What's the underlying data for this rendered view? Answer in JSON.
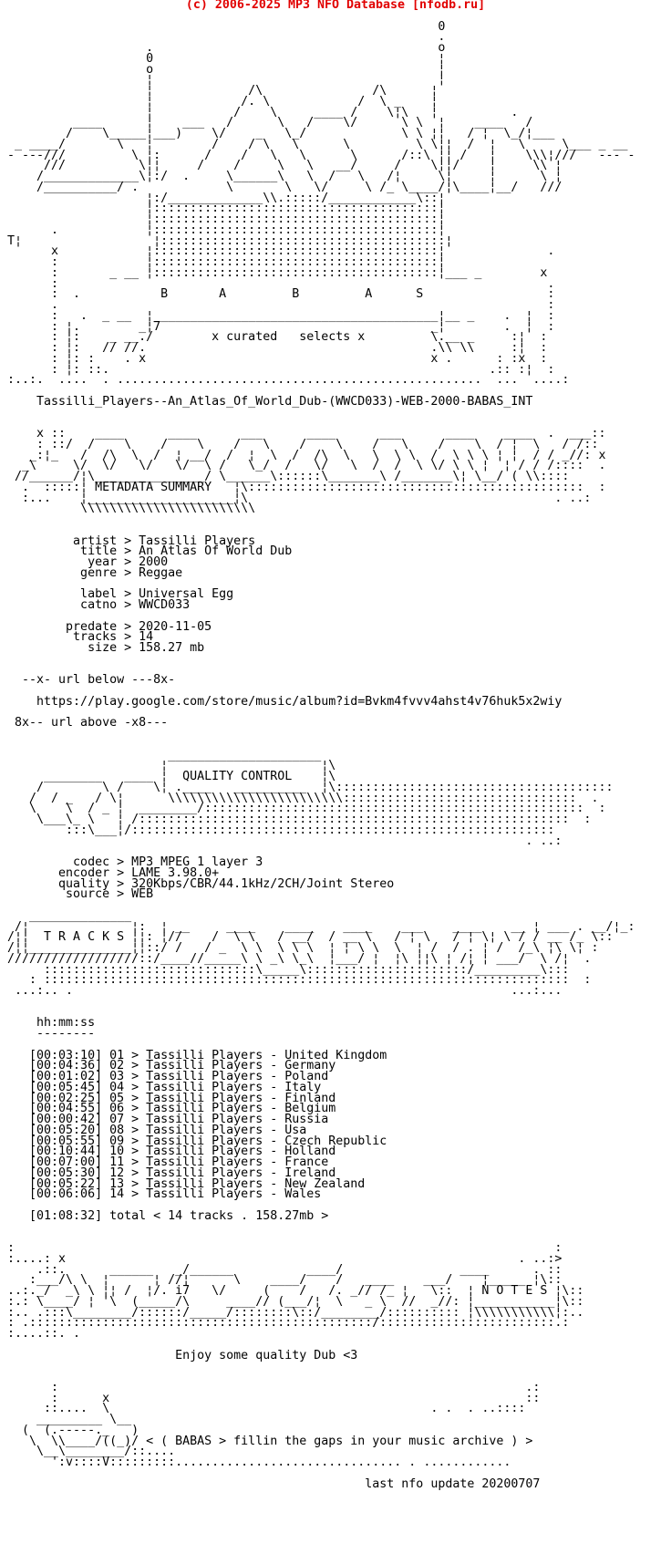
{
  "page": {
    "background": "#ffffff",
    "text_color": "#000000"
  },
  "header": {
    "text": "(c) 2006-2025 MP3 NFO Database [nfodb.ru]",
    "color": "#e10000"
  },
  "group": {
    "name": "B A B A S",
    "motto": "x curated   selects x"
  },
  "release": {
    "name": "Tassilli_Players--An_Atlas_Of_World_Dub-(WWCD033)-WEB-2000-BABAS_INT"
  },
  "metadata": {
    "banner_title": "METADATA SUMMARY",
    "groups": [
      [
        {
          "label": "artist",
          "value": "Tassilli Players"
        },
        {
          "label": "title",
          "value": "An Atlas Of World Dub"
        },
        {
          "label": "year",
          "value": "2000"
        },
        {
          "label": "genre",
          "value": "Reggae"
        }
      ],
      [
        {
          "label": "label",
          "value": "Universal Egg"
        },
        {
          "label": "catno",
          "value": "WWCD033"
        }
      ],
      [
        {
          "label": "predate",
          "value": "2020-11-05"
        },
        {
          "label": "tracks",
          "value": "14"
        },
        {
          "label": "size",
          "value": "158.27 mb"
        }
      ]
    ]
  },
  "url": {
    "marker_below": "--x- url below ---8x-",
    "href": "https://play.google.com/store/music/album?id=Bvkm4fvvv4ahst4v76huk5x2wiy",
    "marker_above": "8x-- url above -x8---"
  },
  "quality": {
    "banner_title": "QUALITY CONTROL",
    "fields": [
      {
        "label": "codec",
        "value": "MP3 MPEG 1 layer 3"
      },
      {
        "label": "encoder",
        "value": "LAME 3.98.0+"
      },
      {
        "label": "quality",
        "value": "320Kbps/CBR/44.1kHz/2CH/Joint Stereo"
      },
      {
        "label": "source",
        "value": "WEB"
      }
    ]
  },
  "tracks": {
    "banner_title": "T R A C K S",
    "time_format": "hh:mm:ss",
    "list": [
      {
        "time": "00:03:10",
        "no": "01",
        "artist": "Tassilli Players",
        "title": "United Kingdom"
      },
      {
        "time": "00:04:36",
        "no": "02",
        "artist": "Tassilli Players",
        "title": "Germany"
      },
      {
        "time": "00:01:02",
        "no": "03",
        "artist": "Tassilli Players",
        "title": "Poland"
      },
      {
        "time": "00:05:45",
        "no": "04",
        "artist": "Tassilli Players",
        "title": "Italy"
      },
      {
        "time": "00:02:25",
        "no": "05",
        "artist": "Tassilli Players",
        "title": "Finland"
      },
      {
        "time": "00:04:55",
        "no": "06",
        "artist": "Tassilli Players",
        "title": "Belgium"
      },
      {
        "time": "00:00:42",
        "no": "07",
        "artist": "Tassilli Players",
        "title": "Russia"
      },
      {
        "time": "00:05:20",
        "no": "08",
        "artist": "Tassilli Players",
        "title": "Usa"
      },
      {
        "time": "00:05:55",
        "no": "09",
        "artist": "Tassilli Players",
        "title": "Czech Republic"
      },
      {
        "time": "00:10:44",
        "no": "10",
        "artist": "Tassilli Players",
        "title": "Holland"
      },
      {
        "time": "00:07:00",
        "no": "11",
        "artist": "Tassilli Players",
        "title": "France"
      },
      {
        "time": "00:05:30",
        "no": "12",
        "artist": "Tassilli Players",
        "title": "Ireland"
      },
      {
        "time": "00:05:22",
        "no": "13",
        "artist": "Tassilli Players",
        "title": "New Zealand"
      },
      {
        "time": "00:06:06",
        "no": "14",
        "artist": "Tassilli Players",
        "title": "Wales"
      }
    ],
    "total": {
      "time": "01:08:32",
      "count": "14",
      "size": "158.27mb"
    }
  },
  "notes": {
    "banner_title": "N O T E S",
    "message": "Enjoy some quality Dub <3"
  },
  "footer": {
    "tagline": "< ( BABAS > fillin the gaps in your music archive ) >",
    "last_update": "last nfo update 20200707"
  },
  "art": {
    "top": [
      "",
      "                                                            0",
      "                                                            .",
      "                    .                                       o",
      "                    0                                       ¦",
      "                    o                                       ¦",
      "                    ¦                                       ¦",
      "                    ¦             /\\               /\\      ¦",
      "                    ¦            /. \\            /  \\ _    ¦",
      "                    ¦           /    \\     ____ /    \\¦\\   ¦          .",
      "          ____      ¦    ___   /      \\   /    \\/      \\ \\  ¦    ____   /",
      "         /    \\_____¦___)    \\/    _   \\_/             \\ \\ ¦¦   / ¦  \\_/¦___",
      "  _ ____/       \\   ¦        /    / \\   \\      \\         \\ \\¦¦  /  ¦   \\     \\___ _ __",
      " - ---///         \\ ¦:      /    /   \\   \\      \\      /::\\ ¦¦ /   ¦    \\\\\\¦///   --- -",
      "      ///          \\¦¦     /    /     \\   \\   __/     /    \\¦¦/    ¦     \\\\ ¦",
      "     /_____________\\¦:/  .     \\______\\   \\  /   \\   /¦     \\¦     ¦      \\ ¦",
      "     /__________/ .            \\       \\   \\/     \\ /_ \\____/¦\\____¦__/   ///",
      "                    ¦:/_____________\\\\.:::::/____________\\::¦",
      "                    ¦:::::::::::::::::::::::::::::::::::::::¦",
      "                    ¦:::::::::::::::::::::::::::::::::::::::¦",
      "       .            ¦:::::::::::::::::::::::::::::::::::::::¦",
      " T¦                  ¦:::::::::::::::::::::::::::::::::::::::¦",
      "       x            ¦:::::::::::::::::::::::::::::::::::::::¦              .",
      "       :            ¦:::::::::::::::::::::::::::::::::::::::¦",
      "       :       _ __ ¦:::::::::::::::::::::::::::::::::::::::¦___ _        x",
      "       :                                                                   .",
      "       :  .           B       A         B         A      S                 :",
      "       .                                                                   :",
      "       :   .  _ __  ¦_______________________________________¦__ _    .  ¦  :",
      "       : ¦.        _¦7                                     _¦        .  ¦  :",
      "       : ¦:    _ __./        x curated   selects x         \\.__ _     :¦  :",
      "       : ¦:   // //.                                       .\\\\ \\\\     :¦  :",
      "       : ¦: :    . x                                       x .      : :x  :",
      "       : ¦: ::.                                                    .:: :¦  :",
      " :..:.  ....  . ..................................................  ...  ....:"
    ],
    "metadata_banner": [
      "",
      "     x ::    ____      ____      ___      ____      ___      ____    ____  .  ___::",
      "     : ::/  /    \\    /    \\    /   \\    /    \\    /   \\    /    \\  / ¦  \\   / /::",
      "    _:¦_   /  /\\  \\  /  ¦ __/  /  ¦  \\  /  /\\  \\   \\  \\ \\  /  \\ \\ \\ ¦ ¦  / / _//: x",
      "   _\\     \\/  \\/   \\/   \\/  \\ /   \\_/  /   \\/   \\  /  /  \\ \\/ \\ \\ ¦  ¦ / / /::::  .",
      "  //______/¦\\_______________/ \\______\\::::::\\_______\\ /_______\\¦ \\__/ ( \\\\::::",
      "   .  :::::¦ METADATA SUMMARY   ¦\\::::::::::::::::::::::::::::::::::::::::::::::  :",
      "   :...    ¦____________________¦\\                                          . ..:",
      "           \\\\\\\\\\\\\\\\\\\\\\\\\\\\\\\\\\\\\\\\\\\\\\\\"
    ],
    "quality_banner": [
      "",
      "",
      "                       _____________________",
      "                      ¦                     ¦\\",
      "      ________   ____ ¦  QUALITY CONTROL    ¦\\",
      "     /        \\ /    \\¦ .____   __________  ¦\\::::::::::::::::::::::::::::::::::::::",
      "    /  / _   / \\¦      \\\\\\\\\\\\\\\\\\\\\\\\\\\\\\\\\\\\\\\\\\\\\\\\::::::::::::::::::::::::::::::::  .",
      "    \\    \\  / _ ¦  ________/::::::::::::::::::::::::::::::::::::::::::::::::::::  :",
      "     \\___\\_ \\   ¦ /:::::::::::::::::::::::::::::::::::::::::::::::::::::::::::  :",
      "         :::\\___¦/::::::::::::::::::::::::::::::::::::::::::::::::::::::::::",
      "                                                                        . ..:"
    ],
    "tracks_banner": [
      "",
      "    ______________",
      "  /¦              ¦:  ¦ __     ____    ____    ____    ___    ____    __ ¦ ___ . __/¦_:",
      " /¦¦  T R A C K S ¦¦: ¦//    /  \\ \\   / __/  / __ \\   / ¦ \\   / ¦ \\¦ \\ / / __ /_ \\::",
      " /¦¦______________¦¦::/ /   / _  \\ \\  \\ \\ \\  ¦ ¦ \\ \\  \\  ¦ /  / . ¦ /  /_\\ ¦\\ \\¦ :",
      " //////////////////::/____//_____\\ \\ _\\ \\_\\  ¦___/ ¦  ¦\\ ¦¦\\ ¦ /¦ ¦ ___/  \\ /¦  .",
      "      :::::::::::::::::::::::::::::\\_____\\::::::::::::::::::::::/_________\\:::",
      "    : ::::::::::::::::::::::::::::::::::::::::::::::::::::::::::::::::::::::::  :",
      "  ...:.. .                                                            ...:..."
    ],
    "time_header": [
      "",
      "",
      "     hh:mm:ss",
      "     --------"
    ],
    "notes_banner": [
      "",
      "",
      " :                                                                          :",
      " :....: x                                                              . ..:>",
      "     .::.      ______   _/______          ____/                ____      . ::",
      "    :___/\\ \\  ¦      ¦ //¦      \\    ____/    /   ____    ___/    ¦_____ ¦\\::",
      " ..:._/  _\\ \\ ¦¦ /  ¦/. i7   \\/     (    /   /. _// /_ ¦   \\::  ¦ N O T E S ¦\\::",
      " :.: \\____/ ¦ '\\  (_____/\\     ____// (___/¦  \\   _ \\  //  _//: ¦___________¦\\::",
      " :.. .:::\\________/::::::/_____/::::::::\\::/________/:::::::::: ¦\\\\\\\\\\\\\\\\\\\\\\¦:..",
      " : .:::::::::::::::::::::::::::::::::::::::::::::::/::::::::::::::::::::::::.:",
      " :....::. ."
    ],
    "footer_scissors": [
      "",
      "",
      "       :                                                                .:",
      "       :      x                                                         ::",
      "      ::....  \\                                            . .  . ..::::",
      "     _________ \\__",
      "   (  (.-----._   )",
      "    \\  \\\\____/((_)/ < ( BABAS > fillin the gaps in your music archive ) >",
      "     \\__\\________/::....",
      "       ':v::::V:::::::::............................... . ............"
    ]
  }
}
